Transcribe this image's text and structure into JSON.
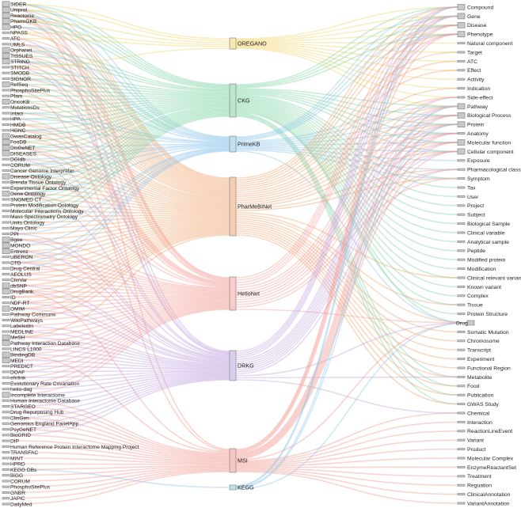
{
  "diagram": {
    "sources": [
      "SIDER",
      "Uniprot",
      "Reactome",
      "PharmGKB",
      "HPO",
      "NPASS",
      "ATC",
      "UMLS",
      "Orphanet",
      "TISSUES",
      "STRING",
      "STITCH",
      "SMODB",
      "SIGNOR",
      "RefSeq",
      "PhosphoSitePlus",
      "Pfam",
      "OncoKB",
      "MutationsDs",
      "Intact",
      "HPA",
      "HMDB",
      "HGNC",
      "GwasCatalog",
      "FooDB",
      "DisGeNET",
      "DISEASES",
      "DGIdb",
      "CORUM",
      "Cancer Genome Interpreter",
      "Disease Ontology",
      "Brenda Tissue Ontology",
      "Experimental Factor Ontology",
      "Gene Ontology",
      "SNOMED CT",
      "Protein Modification Ontology",
      "Molecular Interactions Ontology",
      "Mass Spectrometry Ontology",
      "Units Ontology",
      "Mayo Clinic",
      "PPI",
      "Bgee",
      "MONDO",
      "Entrenz",
      "UBERON",
      "CTD",
      "Drug Central",
      "AEOLUS",
      "ClinVar",
      "dbSNP",
      "DrugBank",
      "ID",
      "NDF-RT",
      "OMIM",
      "Pathway Commons",
      "WikiPathways",
      "LabeledIn",
      "MEDLINE",
      "MeSH",
      "Pathway Interaction Database",
      "LINCS L1000",
      "BindingDB",
      "MEDI",
      "PREDICT",
      "DOAF",
      "ehrlink",
      "Evolutionary Rate Covariation",
      "hetio-dag",
      "Incomplete Interactome",
      "Human Interactome Database",
      "STARGEO",
      "Drug Repurposing Hub",
      "ClinGen",
      "Genomics England PanelApp",
      "PsyGeNET",
      "BioGRID",
      "DIP",
      "Human Reference Protein Interactome Mapping Project",
      "TRANSFAC",
      "MINT",
      "HPRD",
      "KEGG DBs",
      "BiGG",
      "CORUM",
      "PhosphoSitePlus",
      "GNBR",
      "JAPIC",
      "DailyMed"
    ],
    "hubs": [
      {
        "name": "OREGANO",
        "color": "#f2d36b"
      },
      {
        "name": "CKG",
        "color": "#7fd3a4"
      },
      {
        "name": "PrimeKB",
        "color": "#8ec5ea"
      },
      {
        "name": "PharMeBINet",
        "color": "#eea673"
      },
      {
        "name": "HetioNet",
        "color": "#f2a39b"
      },
      {
        "name": "DRKG",
        "color": "#c0a4e0"
      },
      {
        "name": "MSI",
        "color": "#f09890"
      },
      {
        "name": "KEGG",
        "color": "#8ec5ea"
      }
    ],
    "targets": [
      "Compound",
      "Gene",
      "Disease",
      "Phenotype",
      "Natural component",
      "Target",
      "ATC",
      "Effect",
      "Activity",
      "Indication",
      "Side-effect",
      "Pathway",
      "Biological Process",
      "Protein",
      "Anatomy",
      "Molecular function",
      "Cellular component",
      "Exposure",
      "Pharmacological class",
      "Symptom",
      "Tax",
      "User",
      "Project",
      "Subject",
      "Biological Sample",
      "Clinical variable",
      "Analytical sample",
      "Peptide",
      "Modified protein",
      "Modification",
      "Clinical relevant variant",
      "Known variant",
      "Complex",
      "Tissue",
      "Protein Structure",
      "Drug",
      "Somatic Mutation",
      "Chromosome",
      "Transcript",
      "Experiment",
      "Functional Region",
      "Metabolite",
      "Food",
      "Publication",
      "GWAS Study",
      "Chemical",
      "Interaction",
      "ReactionLineEvent",
      "Variant",
      "Product",
      "Molecular Complex",
      "EnzymeReactantSet",
      "Treatment",
      "Reguation",
      "ClinicalAnnotation",
      "VariantAnnotation"
    ]
  }
}
